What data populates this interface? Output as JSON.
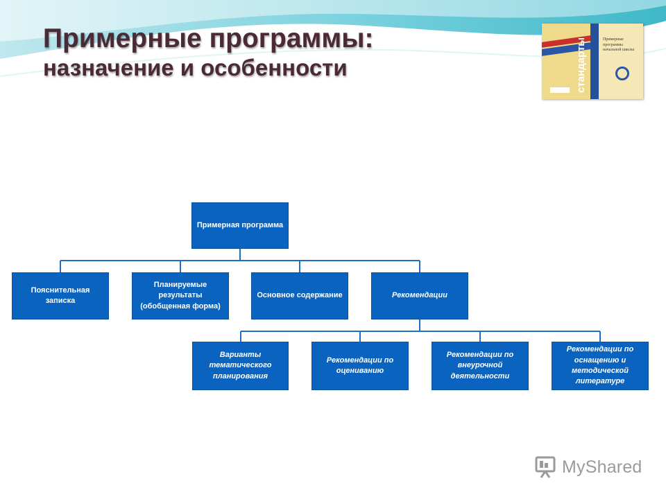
{
  "slide": {
    "title_line1": "Примерные программы:",
    "title_line2": "назначение и особенности"
  },
  "book": {
    "spine_text": "стандарты",
    "cover_text": "Примерные программы начальной школы"
  },
  "diagram": {
    "root": "Примерная программа",
    "level2": [
      "Пояснительная записка",
      "Планируемые результаты (обобщенная форма)",
      "Основное содержание",
      "Рекомендации"
    ],
    "level3": [
      "Варианты тематического планирования",
      "Рекомендации по оцениванию",
      "Рекомендации по внеурочной деятельности",
      "Рекомендации по оснащению и методической литературе"
    ]
  },
  "branding": {
    "name": "MyShared"
  },
  "colors": {
    "box_fill": "#0a63bf",
    "connector": "#1c6fc6",
    "title": "#4a2a36"
  }
}
